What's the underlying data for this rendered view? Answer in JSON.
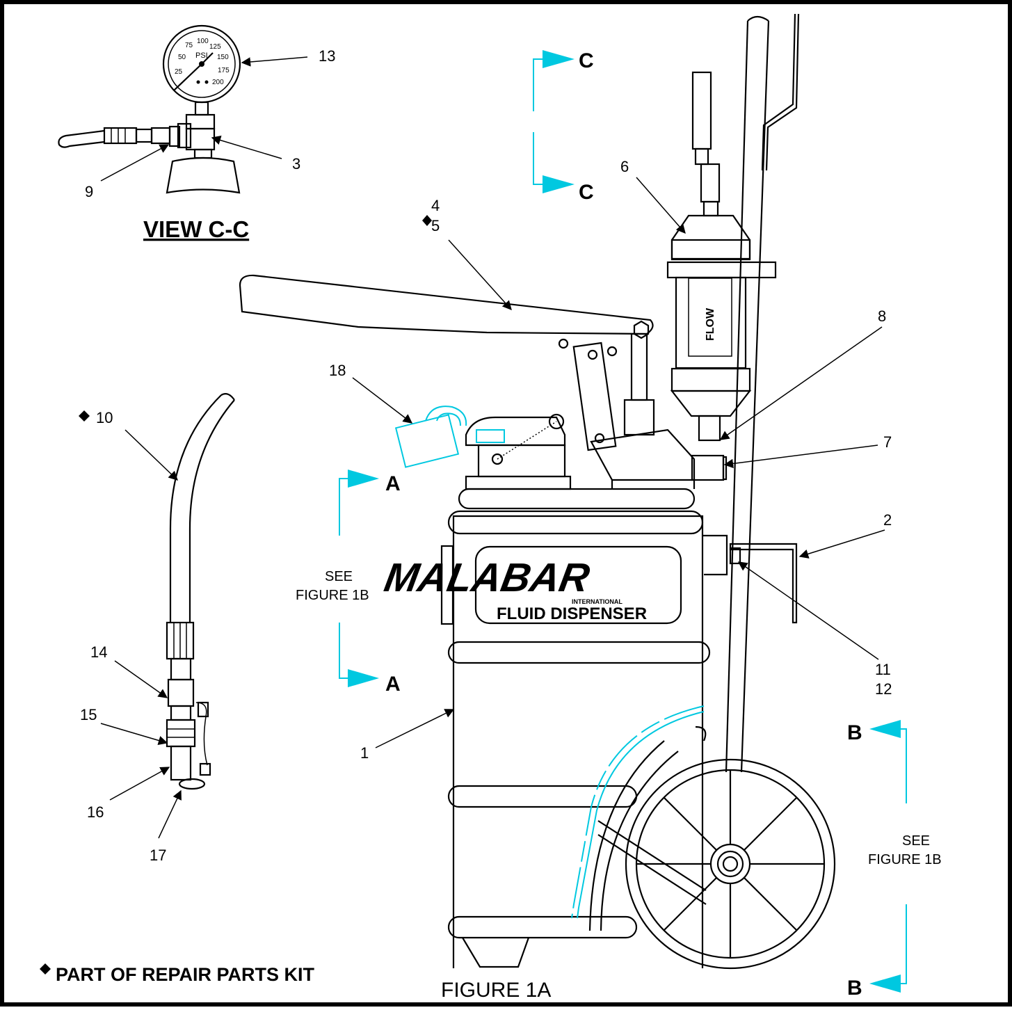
{
  "figure_title": "FIGURE 1A",
  "view_title": "VIEW C-C",
  "legend_text": "PART OF REPAIR PARTS KIT",
  "see_text_line1": "SEE",
  "see_text_line2": "FIGURE 1B",
  "brand_name": "MALABAR",
  "brand_sub": "INTERNATIONAL",
  "product_label": "FLUID DISPENSER",
  "filter_label": "FLOW",
  "section_letters": {
    "a": "A",
    "b": "B",
    "c": "C"
  },
  "gauge": {
    "unit": "PSI",
    "ticks": [
      "25",
      "50",
      "75",
      "100",
      "125",
      "150",
      "175",
      "200"
    ]
  },
  "callouts": {
    "c1": "1",
    "c2": "2",
    "c3": "3",
    "c4": "4",
    "c5": "5",
    "c6": "6",
    "c7": "7",
    "c8": "8",
    "c9": "9",
    "c10": "10",
    "c11": "11",
    "c12": "12",
    "c13": "13",
    "c14": "14",
    "c15": "15",
    "c16": "16",
    "c17": "17",
    "c18": "18"
  },
  "colors": {
    "section_arrow": "#00c8e0",
    "ink": "#000000",
    "border": "#000000"
  },
  "icons": {
    "kit_marker": "diamond-icon"
  }
}
